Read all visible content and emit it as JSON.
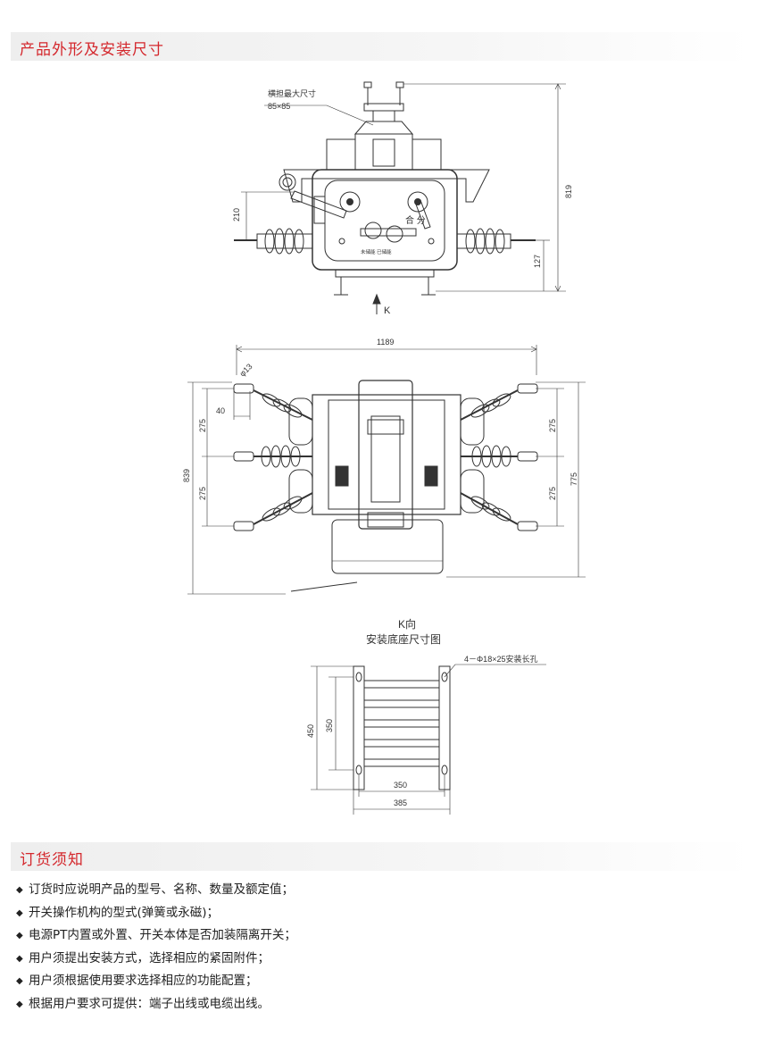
{
  "sections": {
    "dimensions_title": "产品外形及安装尺寸",
    "ordering_title": "订货须知"
  },
  "drawing_front": {
    "crossarm_label": "横担最大尺寸",
    "crossarm_size": "85×85",
    "height_label": "819",
    "upper_dim": "210",
    "lower_dim": "127",
    "view_arrow": "K",
    "panel_text": "合 分",
    "status_text": "未储能  已储能"
  },
  "drawing_top": {
    "width_label": "1189",
    "hole_label": "φ13",
    "terminal_label": "40",
    "left_upper": "275",
    "left_lower": "275",
    "left_total": "839",
    "right_upper": "275",
    "right_lower": "275",
    "right_total": "775"
  },
  "drawing_base": {
    "title_line1": "K向",
    "title_line2": "安装底座尺寸图",
    "hole_note": "4－Φ18×25安装长孔",
    "outer_height": "450",
    "inner_height": "350",
    "inner_width": "350",
    "outer_width": "385"
  },
  "ordering_notes": [
    "订货时应说明产品的型号、名称、数量及额定值；",
    "开关操作机构的型式(弹簧或永磁)；",
    "电源PT内置或外置、开关本体是否加装隔离开关；",
    "用户须提出安装方式，选择相应的紧固附件；",
    "用户须根据使用要求选择相应的功能配置；",
    "根据用户要求可提供：端子出线或电缆出线。"
  ],
  "icons": {
    "bullet": "diamond-bullet-icon"
  },
  "colors": {
    "accent": "#d4282d",
    "line": "#333333"
  }
}
